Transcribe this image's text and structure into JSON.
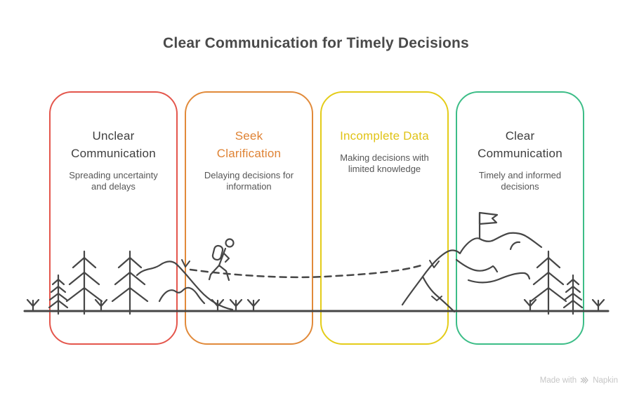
{
  "header": {
    "title": "Clear Communication for Timely Decisions"
  },
  "cards": [
    {
      "title": "Unclear\nCommunication",
      "subtitle": "Spreading uncertainty\nand delays",
      "border_color": "#e4564c",
      "title_color": "#3e3e3e"
    },
    {
      "title": "Seek\nClarification",
      "subtitle": "Delaying decisions for\ninformation",
      "border_color": "#e18a3a",
      "title_color": "#df8233"
    },
    {
      "title": "Incomplete Data",
      "subtitle": "Making decisions with\nlimited knowledge",
      "border_color": "#e4cc19",
      "title_color": "#e0c316"
    },
    {
      "title": "Clear\nCommunication",
      "subtitle": "Timely and informed\ndecisions",
      "border_color": "#3cbd87",
      "title_color": "#3e3e3e"
    }
  ],
  "illustration": {
    "stroke_color": "#464646",
    "elements": [
      "ground-line",
      "shrub-icon",
      "pine-tree-icon",
      "hill-ridge",
      "hiker-icon",
      "dashed-journey-path",
      "path-arrow-tick",
      "mountain-icon",
      "summit-flag-icon"
    ]
  },
  "watermark": {
    "prefix": "Made with",
    "brand": "Napkin",
    "color": "#c6c6c6"
  },
  "styles": {
    "background": "#ffffff",
    "subtitle_color": "#565656"
  }
}
